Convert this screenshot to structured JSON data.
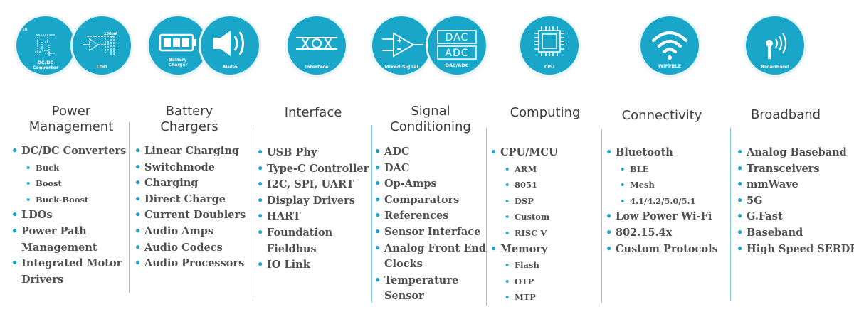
{
  "icons": {
    "power": {
      "a": "DC/DC\nConverter",
      "b": "LDO",
      "b_note": "150mA",
      "a_note": "1A"
    },
    "battery": {
      "a": "Battery\nCharger",
      "b": "Audio"
    },
    "interface": {
      "a": "Interface"
    },
    "signal": {
      "a": "Mixed-Signal",
      "b": "DAC/ADC",
      "dac": "DAC",
      "adc": "ADC"
    },
    "cpu": {
      "a": "CPU"
    },
    "wifi": {
      "a": "WiFi/BLE"
    },
    "broadband": {
      "a": "Broadband"
    }
  },
  "accent": "#1aa6c9",
  "columns": [
    {
      "heading": "Power\nManagement",
      "items": [
        {
          "text": "DC/DC Converters",
          "level": 0
        },
        {
          "text": "Buck",
          "level": 1
        },
        {
          "text": "Boost",
          "level": 1
        },
        {
          "text": "Buck-Boost",
          "level": 1
        },
        {
          "text": "LDOs",
          "level": 0
        },
        {
          "text": "Power Path",
          "level": 0
        },
        {
          "text": "Management",
          "level": 2
        },
        {
          "text": "Integrated Motor",
          "level": 0
        },
        {
          "text": "Drivers",
          "level": 2
        }
      ]
    },
    {
      "heading": "Battery\nChargers",
      "items": [
        {
          "text": "Linear Charging",
          "level": 0
        },
        {
          "text": "Switchmode",
          "level": 0
        },
        {
          "text": "Charging",
          "level": 0
        },
        {
          "text": "Direct Charge",
          "level": 0
        },
        {
          "text": "Current Doublers",
          "level": 0
        },
        {
          "text": "Audio Amps",
          "level": 0
        },
        {
          "text": "Audio Codecs",
          "level": 0
        },
        {
          "text": "Audio Processors",
          "level": 0
        }
      ]
    },
    {
      "heading": "Interface",
      "items": [
        {
          "text": "USB Phy",
          "level": 0
        },
        {
          "text": "Type-C Controller",
          "level": 0
        },
        {
          "text": "I2C, SPI, UART",
          "level": 0
        },
        {
          "text": "Display Drivers",
          "level": 0
        },
        {
          "text": "HART",
          "level": 0
        },
        {
          "text": "Foundation",
          "level": 0
        },
        {
          "text": "Fieldbus",
          "level": 2
        },
        {
          "text": "IO Link",
          "level": 0
        }
      ]
    },
    {
      "heading": "Signal\nConditioning",
      "items": [
        {
          "text": "ADC",
          "level": 0
        },
        {
          "text": "DAC",
          "level": 0
        },
        {
          "text": "Op-Amps",
          "level": 0
        },
        {
          "text": "Comparators",
          "level": 0
        },
        {
          "text": "References",
          "level": 0
        },
        {
          "text": "Sensor Interface",
          "level": 0
        },
        {
          "text": "Analog Front End",
          "level": 0
        },
        {
          "text": "Clocks",
          "level": 2
        },
        {
          "text": "Temperature",
          "level": 0
        },
        {
          "text": "Sensor",
          "level": 2
        }
      ]
    },
    {
      "heading": "Computing",
      "items": [
        {
          "text": "CPU/MCU",
          "level": 0
        },
        {
          "text": "ARM",
          "level": 1
        },
        {
          "text": "8051",
          "level": 1
        },
        {
          "text": "DSP",
          "level": 1
        },
        {
          "text": "Custom",
          "level": 1
        },
        {
          "text": "RISC V",
          "level": 1
        },
        {
          "text": "Memory",
          "level": 0
        },
        {
          "text": "Flash",
          "level": 1
        },
        {
          "text": "OTP",
          "level": 1
        },
        {
          "text": "MTP",
          "level": 1
        }
      ]
    },
    {
      "heading": "Connectivity",
      "items": [
        {
          "text": "Bluetooth",
          "level": 0
        },
        {
          "text": "BLE",
          "level": 1
        },
        {
          "text": "Mesh",
          "level": 1
        },
        {
          "text": "4.1/4.2/5.0/5.1",
          "level": 1
        },
        {
          "text": "Low Power Wi-Fi",
          "level": 0
        },
        {
          "text": "802.15.4x",
          "level": 0
        },
        {
          "text": "Custom Protocols",
          "level": 0
        }
      ]
    },
    {
      "heading": "Broadband",
      "items": [
        {
          "text": "Analog Baseband",
          "level": 0
        },
        {
          "text": "Transceivers",
          "level": 0
        },
        {
          "text": "mmWave",
          "level": 0
        },
        {
          "text": "5G",
          "level": 0
        },
        {
          "text": "G.Fast",
          "level": 0
        },
        {
          "text": "Baseband",
          "level": 0
        },
        {
          "text": "High Speed SERDES",
          "level": 0
        }
      ]
    }
  ]
}
